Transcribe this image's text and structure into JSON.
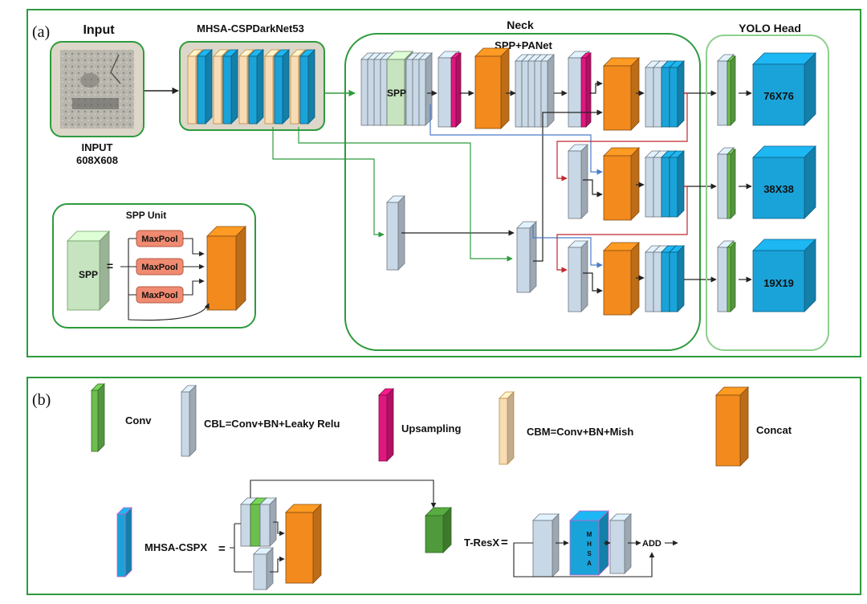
{
  "panel_a": {
    "label": "(a)",
    "input_title": "Input",
    "input_caption_1": "INPUT",
    "input_caption_2": "608X608",
    "backbone_title": "MHSA-CSPDarkNet53",
    "neck_title": "Neck",
    "neck_subtitle": "SPP+PANet",
    "spp_block": "SPP",
    "head_title": "YOLO Head",
    "outputs": [
      "76X76",
      "38X38",
      "19X19"
    ],
    "spp_unit": {
      "title": "SPP Unit",
      "spp": "SPP",
      "equals": "=",
      "pools": [
        "MaxPool",
        "MaxPool",
        "MaxPool"
      ]
    }
  },
  "panel_b": {
    "label": "(b)",
    "legend": [
      {
        "name": "Conv",
        "color": "#6cbf4f"
      },
      {
        "name": "CBL=Conv+BN+Leaky Relu",
        "color": "#c9d8e6"
      },
      {
        "name": "Upsampling",
        "color": "#e0177f"
      },
      {
        "name": "CBM=Conv+BN+Mish",
        "color": "#f8dcb6"
      },
      {
        "name": "Concat",
        "color": "#f28a1e"
      }
    ],
    "mhsa_cspx": "MHSA-CSPX",
    "mhsa_eq": "=",
    "tresx": "T-ResX",
    "tresx_eq": "=",
    "mhsa_letters": [
      "M",
      "H",
      "S",
      "A"
    ],
    "add": "ADD"
  },
  "colors": {
    "frame_green": "#2e9a3e",
    "cbl": "#c9d8e6",
    "concat": "#f28a1e",
    "mhsa_blue": "#1aa3d9",
    "upsample": "#e0177f",
    "spp_green": "#c6e4bf",
    "maxpool": "#f08a70",
    "arrow_green": "#2e9a3e",
    "arrow_blue": "#4a7bc8",
    "arrow_red": "#c0282d"
  }
}
